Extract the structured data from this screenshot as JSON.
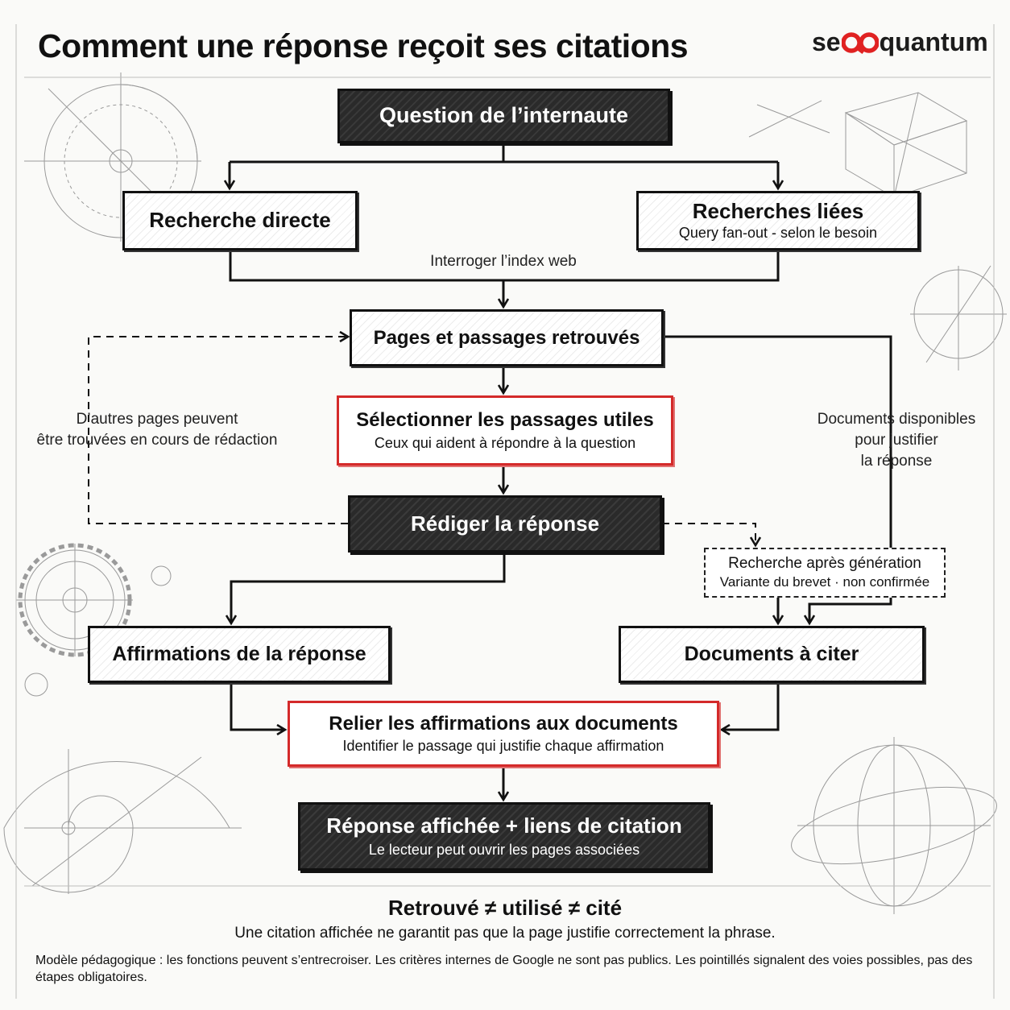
{
  "title": "Comment une réponse reçoit ses citations",
  "brand": {
    "prefix": "se",
    "suffix": "quantum"
  },
  "nodes": {
    "question": {
      "label": "Question de l’internaute"
    },
    "direct": {
      "label": "Recherche directe"
    },
    "liees": {
      "label": "Recherches liées",
      "sub": "Query fan-out - selon le besoin"
    },
    "pages": {
      "label": "Pages et passages retrouvés"
    },
    "selection": {
      "label": "Sélectionner les passages utiles",
      "sub": "Ceux qui aident à répondre à la question"
    },
    "rediger": {
      "label": "Rédiger la réponse"
    },
    "apres": {
      "label": "Recherche après génération",
      "sub": "Variante du brevet · non confirmée"
    },
    "affirmations": {
      "label": "Affirmations de la réponse"
    },
    "documents": {
      "label": "Documents à citer"
    },
    "relier": {
      "label": "Relier les affirmations aux documents",
      "sub": "Identifier le passage qui justifie chaque affirmation"
    },
    "reponse": {
      "label": "Réponse affichée + liens de citation",
      "sub": "Le lecteur peut ouvrir les pages associées"
    }
  },
  "edge_labels": {
    "index": "Interroger l’index web",
    "autres_1": "D’autres pages peuvent",
    "autres_2": "être trouvées en cours de rédaction",
    "docs_1": "Documents disponibles",
    "docs_2": "pour justifier",
    "docs_3": "la réponse"
  },
  "tagline": "Retrouvé ≠ utilisé ≠ cité",
  "tagline_sub": "Une citation affichée ne garantit pas que la page justifie correctement la phrase.",
  "footer": "Modèle pédagogique : les fonctions peuvent s’entrecroiser. Les critères internes de Google ne sont pas publics. Les pointillés signalent des voies possibles, pas des étapes obligatoires.",
  "colors": {
    "accent_red": "#d42a2a",
    "dark_box": "#2a2a2a",
    "line": "#111111"
  }
}
